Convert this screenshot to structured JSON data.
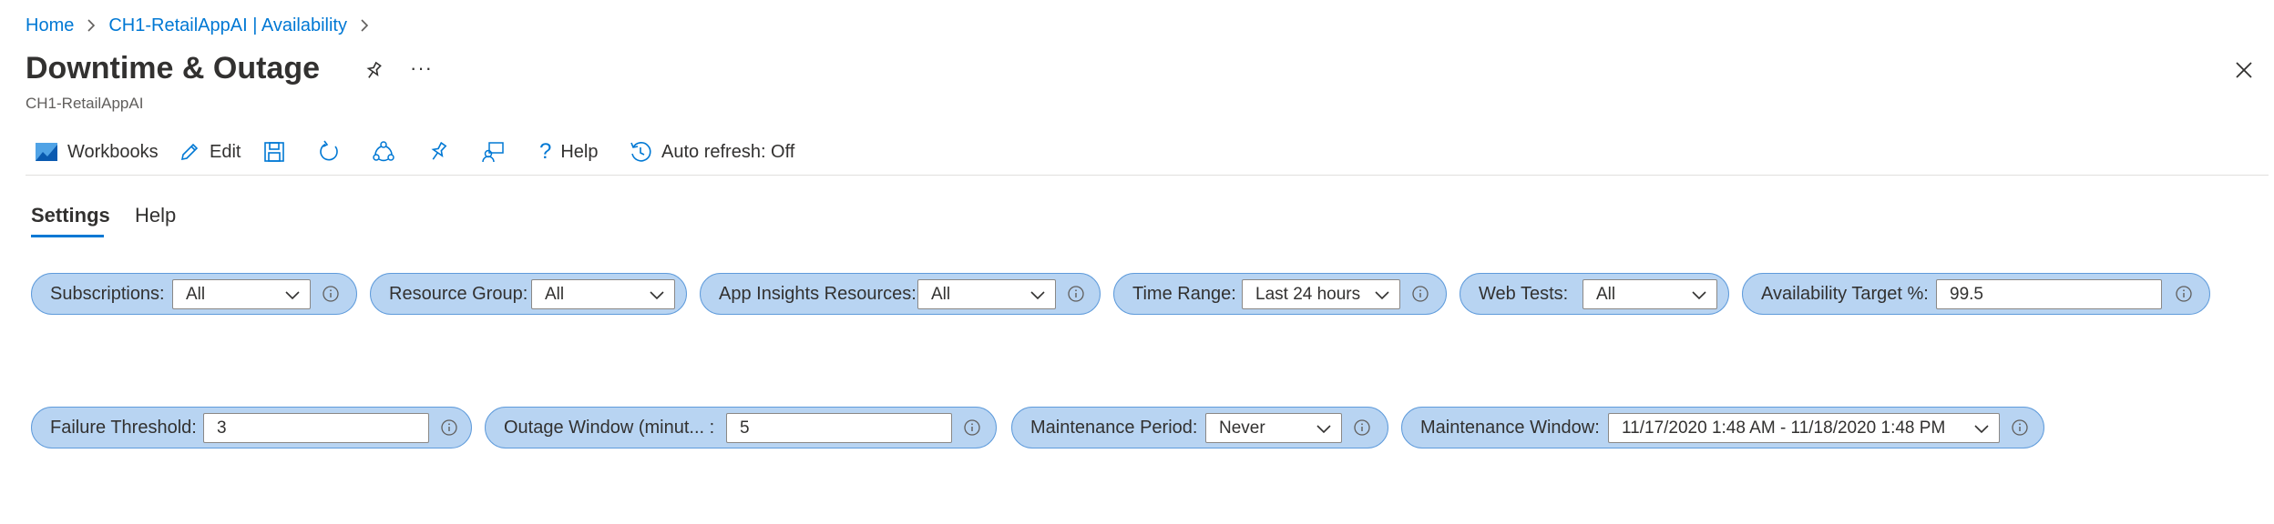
{
  "breadcrumb": {
    "items": [
      "Home",
      "CH1-RetailAppAI | Availability"
    ],
    "separator": ">"
  },
  "header": {
    "title": "Downtime & Outage",
    "subtitle": "CH1-RetailAppAI",
    "more_label": "···"
  },
  "toolbar": {
    "workbooks_label": "Workbooks",
    "edit_label": "Edit",
    "help_label": "Help",
    "auto_refresh_label": "Auto refresh: Off"
  },
  "tabs": [
    {
      "label": "Settings",
      "active": true
    },
    {
      "label": "Help",
      "active": false
    }
  ],
  "parameters": {
    "subscriptions": {
      "label": "Subscriptions:",
      "value": "All"
    },
    "resource_group": {
      "label": "Resource Group:",
      "value": "All"
    },
    "app_insights": {
      "label": "App Insights Resources:",
      "value": "All"
    },
    "time_range": {
      "label": "Time Range:",
      "value": "Last 24 hours"
    },
    "web_tests": {
      "label": "Web Tests:",
      "value": "All"
    },
    "availability_target": {
      "label": "Availability Target %:",
      "value": "99.5"
    },
    "failure_threshold": {
      "label": "Failure Threshold:",
      "value": "3"
    },
    "outage_window": {
      "label": "Outage Window (minut... :",
      "value": "5"
    },
    "maintenance_period": {
      "label": "Maintenance Period:",
      "value": "Never"
    },
    "maintenance_window": {
      "label": "Maintenance Window:",
      "value": "11/17/2020 1:48 AM - 11/18/2020 1:48 PM"
    }
  },
  "colors": {
    "accent": "#0078d4",
    "pill_fill": "#b8d4f2",
    "pill_border": "#5f9bdb"
  }
}
